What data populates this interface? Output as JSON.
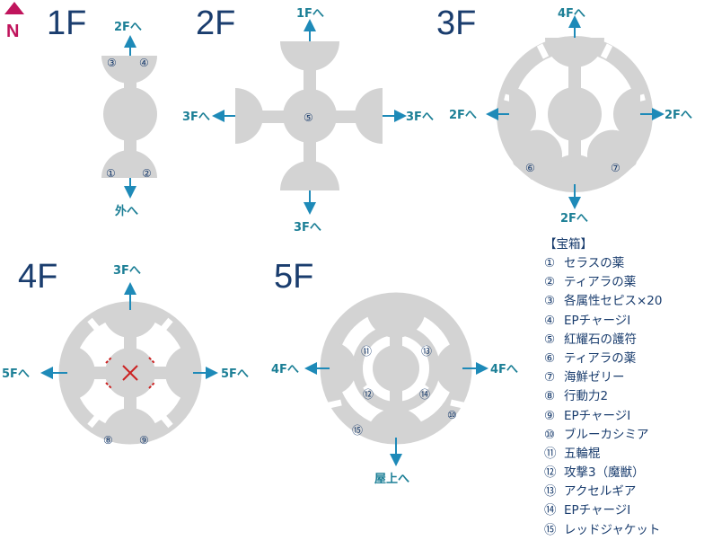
{
  "compass": {
    "label": "N"
  },
  "floors": [
    {
      "id": "1F",
      "label": "1F",
      "nav": [
        "2Fへ",
        "外へ"
      ],
      "markers": [
        "③",
        "④",
        "①",
        "②"
      ]
    },
    {
      "id": "2F",
      "label": "2F",
      "nav": [
        "1Fへ",
        "3Fへ",
        "3Fへ",
        "3Fへ"
      ],
      "markers": [
        "⑤"
      ]
    },
    {
      "id": "3F",
      "label": "3F",
      "nav": [
        "4Fへ",
        "2Fへ",
        "2Fへ",
        "2Fへ"
      ],
      "markers": [
        "⑥",
        "⑦"
      ]
    },
    {
      "id": "4F",
      "label": "4F",
      "nav": [
        "3Fへ",
        "5Fへ",
        "5Fへ"
      ],
      "markers": [
        "⑧",
        "⑨"
      ]
    },
    {
      "id": "5F",
      "label": "5F",
      "nav": [
        "4Fへ",
        "4Fへ",
        "屋上へ"
      ],
      "markers": [
        "⑪",
        "⑬",
        "⑫",
        "⑭",
        "⑩",
        "⑮"
      ]
    }
  ],
  "legend": {
    "title": "【宝箱】",
    "items": [
      {
        "num": "①",
        "name": "セラスの薬"
      },
      {
        "num": "②",
        "name": "ティアラの薬"
      },
      {
        "num": "③",
        "name": "各属性セピス×20"
      },
      {
        "num": "④",
        "name": "EPチャージⅠ"
      },
      {
        "num": "⑤",
        "name": "紅耀石の護符"
      },
      {
        "num": "⑥",
        "name": "ティアラの薬"
      },
      {
        "num": "⑦",
        "name": "海鮮ゼリー"
      },
      {
        "num": "⑧",
        "name": "行動力2"
      },
      {
        "num": "⑨",
        "name": "EPチャージⅠ"
      },
      {
        "num": "⑩",
        "name": "ブルーカシミア"
      },
      {
        "num": "⑪",
        "name": "五輪棍"
      },
      {
        "num": "⑫",
        "name": "攻撃3（魔獣）"
      },
      {
        "num": "⑬",
        "name": "アクセルギア"
      },
      {
        "num": "⑭",
        "name": "EPチャージⅠ"
      },
      {
        "num": "⑮",
        "name": "レッドジャケット"
      }
    ]
  },
  "colors": {
    "floor_label": "#1a3d6e",
    "nav_label": "#1c7f96",
    "arrow": "#1e8ab8",
    "room": "#d3d3d3",
    "compass": "#c0145c",
    "boss_mark": "#cc2222"
  }
}
